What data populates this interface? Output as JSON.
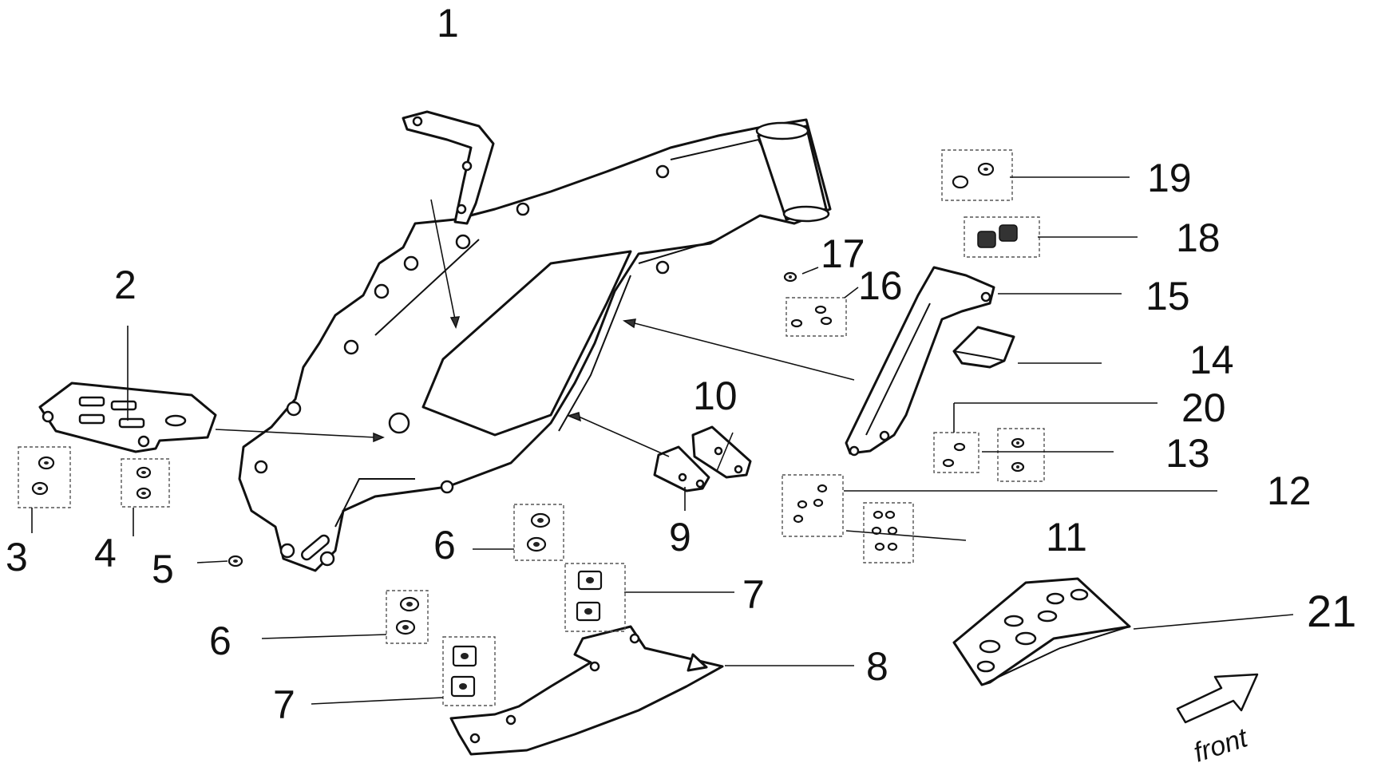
{
  "callouts": {
    "c1": "1",
    "c2": "2",
    "c3": "3",
    "c4": "4",
    "c5": "5",
    "c6a": "6",
    "c6b": "6",
    "c7a": "7",
    "c7b": "7",
    "c8": "8",
    "c9": "9",
    "c10": "10",
    "c11": "11",
    "c12": "12",
    "c13": "13",
    "c14": "14",
    "c15": "15",
    "c16": "16",
    "c17": "17",
    "c18": "18",
    "c19": "19",
    "c20": "20",
    "c21": "21"
  },
  "direction_label": "front"
}
